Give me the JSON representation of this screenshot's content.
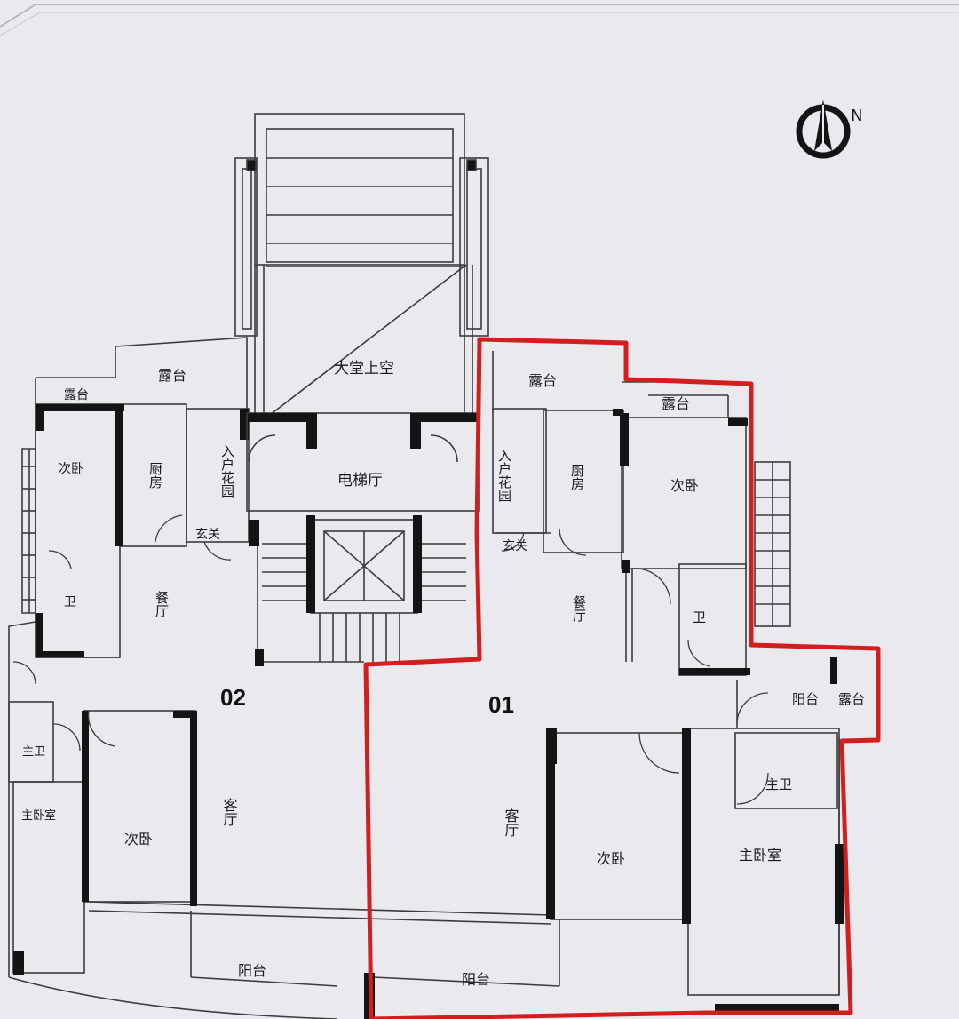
{
  "compass": {
    "icon": "north-arrow-icon",
    "label": "N"
  },
  "units": {
    "u01": "01",
    "u02": "02"
  },
  "rooms": {
    "lobby_void": "大堂上空",
    "elevator_hall": "电梯厅",
    "u02_terrace_top": "露台",
    "u02_terrace_small": "露台",
    "u02_bedroom_nw": "次卧",
    "u02_kitchen": "厨房",
    "u02_entry_garden": "入户花园",
    "u02_foyer": "玄关",
    "u02_bath": "卫",
    "u02_dining": "餐厅",
    "u02_living": "客厅",
    "u02_bedroom_sw": "次卧",
    "u02_master_bed": "主卧室",
    "u02_master_bath": "主卫",
    "u02_balcony": "阳台",
    "u01_terrace_top": "露台",
    "u01_terrace_right": "露台",
    "u01_entry_garden": "入户花园",
    "u01_kitchen": "厨房",
    "u01_bedroom_ne": "次卧",
    "u01_foyer": "玄关",
    "u01_dining": "餐厅",
    "u01_bath": "卫",
    "u01_balcony_e": "阳台",
    "u01_terrace_e": "露台",
    "u01_living": "客厅",
    "u01_bedroom_s": "次卧",
    "u01_master_bed": "主卧室",
    "u01_master_bath": "主卫",
    "u01_balcony_s": "阳台"
  },
  "colors": {
    "paper": "#e9e9ee",
    "wall": "#141414",
    "line": "#3c3c3c",
    "highlight": "#d21e1e"
  }
}
